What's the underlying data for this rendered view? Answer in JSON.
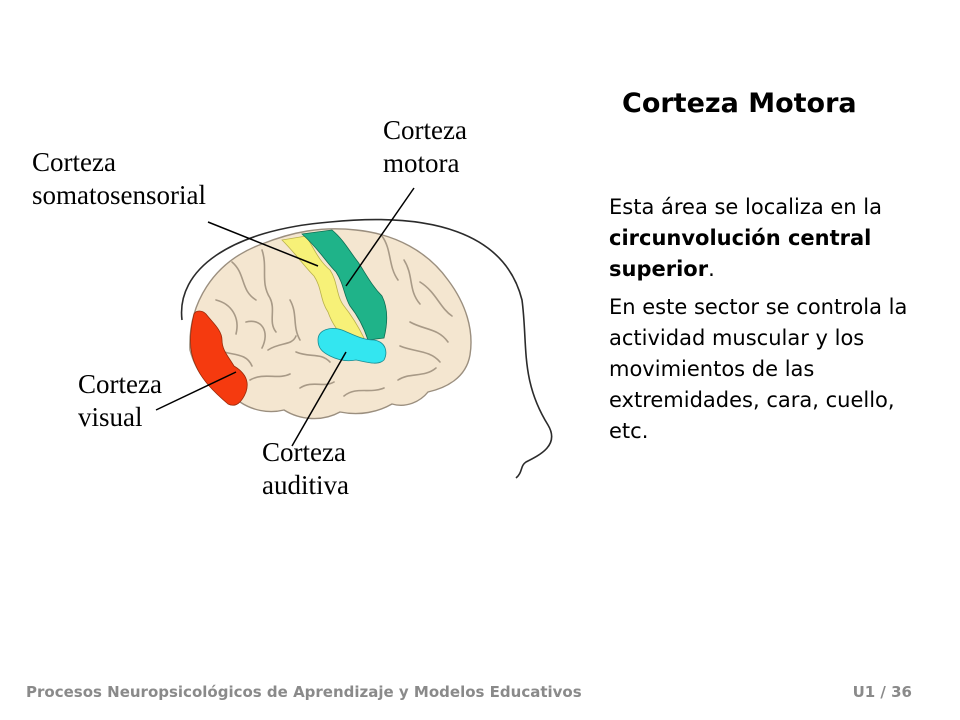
{
  "slide": {
    "title": "Corteza Motora",
    "paragraph1": {
      "part1": "Esta área se localiza en la ",
      "bold": "circunvolución central superior",
      "part2": "."
    },
    "paragraph2": "En este sector se controla la actividad muscular y los movimientos de las extremidades, cara, cuello, etc."
  },
  "diagram": {
    "labels": {
      "somatosensory": {
        "line1": "Corteza",
        "line2": "somatosensorial"
      },
      "motor": {
        "line1": "Corteza",
        "line2": "motora"
      },
      "visual": {
        "line1": "Corteza",
        "line2": "visual"
      },
      "auditory": {
        "line1": "Corteza",
        "line2": "auditiva"
      }
    },
    "colors": {
      "brain": "#f4e6d0",
      "brain_outline": "#9b8f7f",
      "motor": "#1fb389",
      "somatosensory": "#f7f178",
      "visual": "#f53a0f",
      "auditory": "#33e6f0"
    }
  },
  "footer": {
    "course": "Procesos Neuropsicológicos de Aprendizaje y Modelos Educativos",
    "page": "U1 / 36"
  }
}
